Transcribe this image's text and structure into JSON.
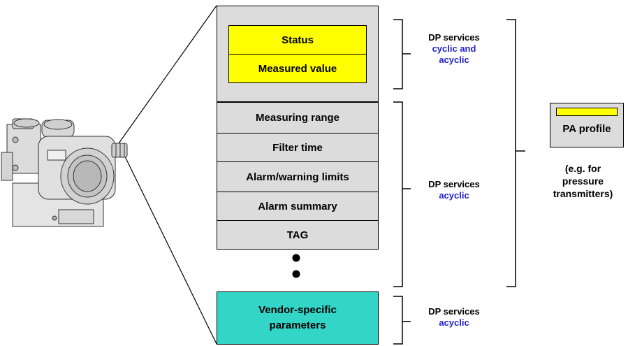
{
  "stack": {
    "status_label": "Status",
    "measured_value_label": "Measured value",
    "params": [
      "Measuring range",
      "Filter time",
      "Alarm/warning limits",
      "Alarm summary",
      "TAG"
    ],
    "vendor_label_line1": "Vendor-specific",
    "vendor_label_line2": "parameters"
  },
  "groups": {
    "cyclic": {
      "line1": "DP services",
      "line2": "cyclic and",
      "line3": "acyclic"
    },
    "acyclic": {
      "line1": "DP services",
      "line2": "acyclic"
    },
    "vendor": {
      "line1": "DP services",
      "line2": "acyclic"
    }
  },
  "profile": {
    "box_label": "PA profile",
    "caption_line1": "(e.g. for",
    "caption_line2": "pressure",
    "caption_line3": "transmitters)"
  },
  "colors": {
    "yellow": "#ffff00",
    "gray": "#dcdcdc",
    "teal": "#33d6c6",
    "blue_text": "#1f1fcc"
  }
}
